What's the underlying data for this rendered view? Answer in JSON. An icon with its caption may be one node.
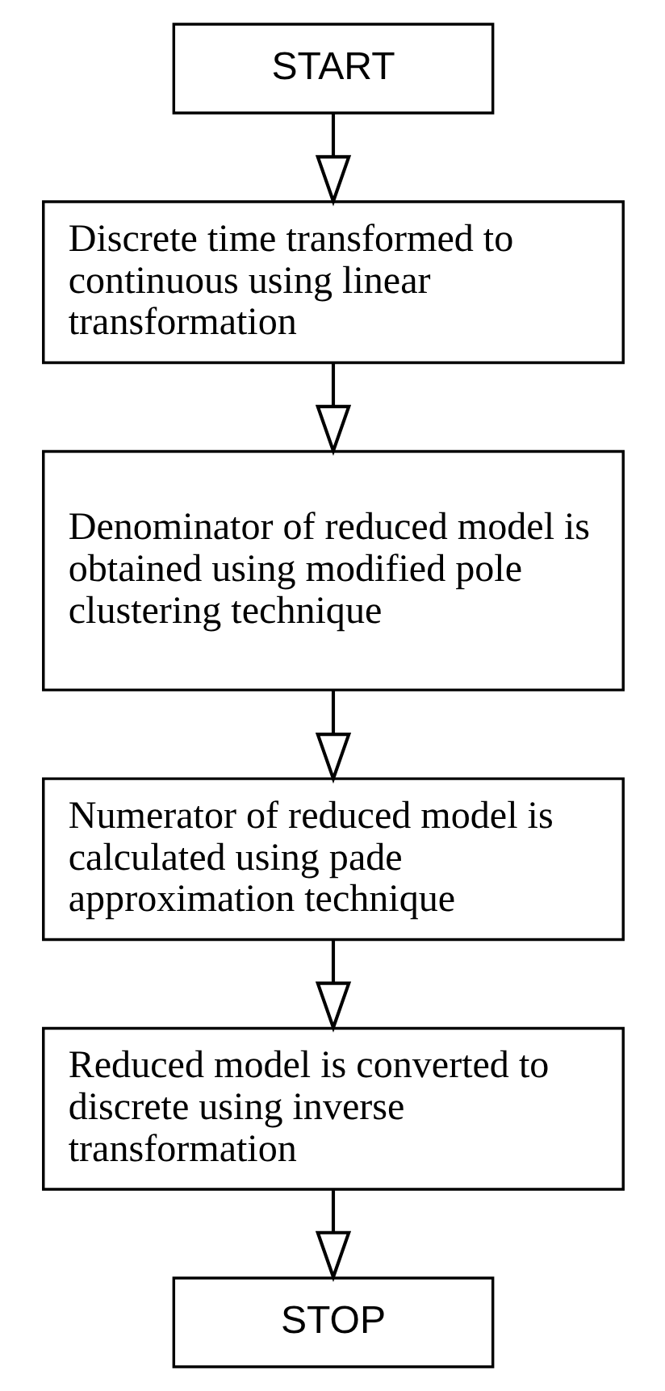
{
  "diagram": {
    "nodes": [
      {
        "text": [
          "START"
        ]
      },
      {
        "text": [
          "Discrete time transformed to continuous using linear transformation"
        ]
      },
      {
        "text": [
          "Denominator of reduced model is obtained using modified pole clustering technique"
        ]
      },
      {
        "text": [
          "Numerator of reduced model is calculated using pade approximation technique"
        ]
      },
      {
        "text": [
          "Reduced model is converted to discrete using inverse transformation"
        ]
      },
      {
        "text": [
          "STOP"
        ]
      }
    ],
    "edges": [
      {
        "from": 0,
        "to": 1,
        "arrow": "to"
      },
      {
        "from": 1,
        "to": 2,
        "arrow": "to"
      },
      {
        "from": 2,
        "to": 3,
        "arrow": "to"
      },
      {
        "from": 3,
        "to": 4,
        "arrow": "to"
      },
      {
        "from": 4,
        "to": 5,
        "arrow": "to"
      }
    ]
  }
}
